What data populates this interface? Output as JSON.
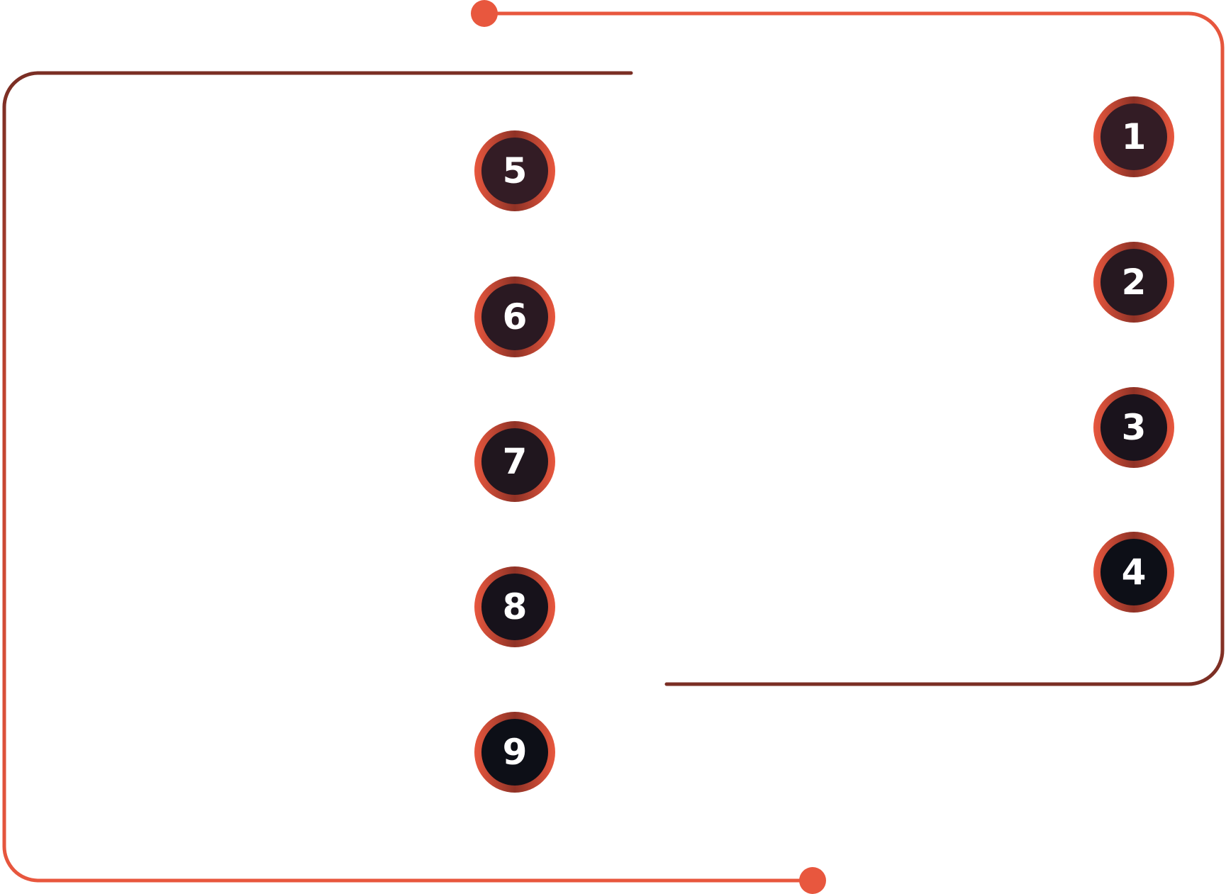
{
  "steps_right": [
    "1",
    "2",
    "3",
    "4"
  ],
  "steps_left": [
    "5",
    "6",
    "7",
    "8",
    "9"
  ],
  "colors": {
    "accent": "#e8573e",
    "dark_accent": "#7a2e24",
    "badge_top": "#331c25",
    "badge_bottom": "#0d0f17"
  }
}
